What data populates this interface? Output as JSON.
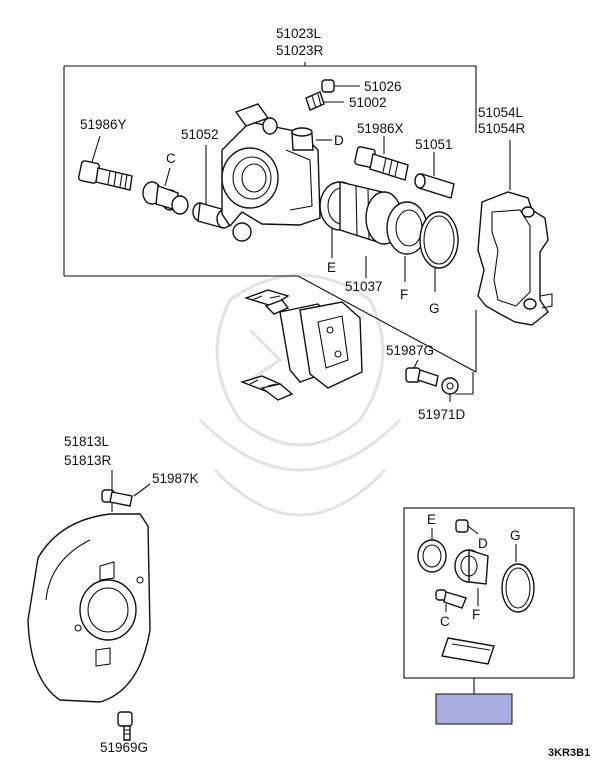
{
  "diagram": {
    "code": "3KR3B1",
    "labels": {
      "caliper_l": "51023L",
      "caliper_r": "51023R",
      "p51026": "51026",
      "p51002": "51002",
      "p51986y": "51986Y",
      "p51052": "51052",
      "p51986x": "51986X",
      "p51051": "51051",
      "p51054l": "51054L",
      "p51054r": "51054R",
      "c_top": "C",
      "d_top": "D",
      "e_top": "E",
      "p51037": "51037",
      "f_top": "F",
      "g_top": "G",
      "p51987g": "51987G",
      "p51971d": "51971D",
      "p51813l": "51813L",
      "p51813r": "51813R",
      "p51987k": "51987K",
      "p51969g": "51969G",
      "kit_e": "E",
      "kit_d": "D",
      "kit_g": "G",
      "kit_c": "C",
      "kit_f": "F"
    },
    "colors": {
      "line": "#111111",
      "kit_tag": "#a9acdf",
      "watermark": "#e3e3e3"
    }
  }
}
